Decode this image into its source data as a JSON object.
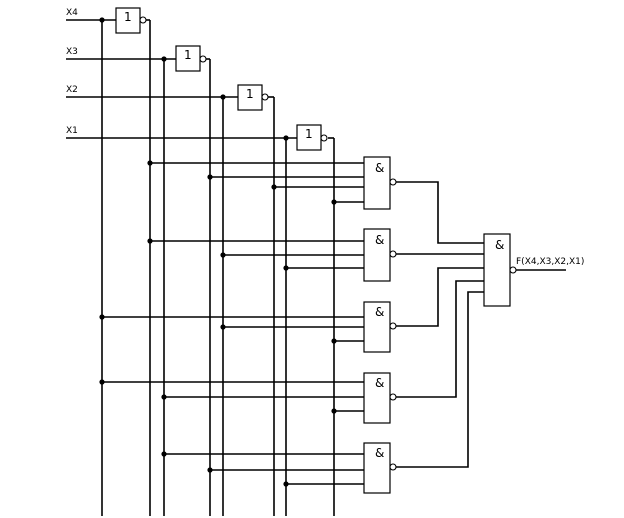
{
  "inputs": [
    {
      "label": "X4"
    },
    {
      "label": "X3"
    },
    {
      "label": "X2"
    },
    {
      "label": "X1"
    }
  ],
  "not_gates": [
    {
      "symbol": "1"
    },
    {
      "symbol": "1"
    },
    {
      "symbol": "1"
    },
    {
      "symbol": "1"
    }
  ],
  "and_gates": [
    {
      "symbol": "&"
    },
    {
      "symbol": "&"
    },
    {
      "symbol": "&"
    },
    {
      "symbol": "&"
    },
    {
      "symbol": "&"
    }
  ],
  "output_gate": {
    "symbol": "&",
    "output_label": "F(X4,X3,X2,X1)"
  },
  "colors": {
    "line": "#000000",
    "background": "#ffffff"
  }
}
